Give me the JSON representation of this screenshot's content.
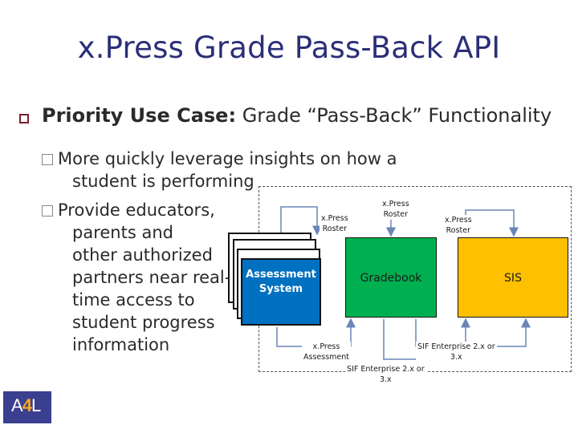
{
  "slide": {
    "title": "x.Press Grade Pass-Back API",
    "bullet": {
      "label_bold": "Priority Use Case:",
      "label_rest": " Grade “Pass-Back” Functionality"
    },
    "sub_bullets": [
      {
        "line1": "More quickly leverage insights on how a",
        "line2": "student is performing"
      },
      {
        "line1": "Provide educators,",
        "lines": [
          "parents and",
          "other authorized",
          "partners near real-",
          "time access to",
          "student progress",
          "information"
        ]
      }
    ]
  },
  "diagram": {
    "assessment_system": "Assessment System",
    "gradebook": "Gradebook",
    "sis": "SIS",
    "labels": {
      "roster_left": "x.Press\nRoster",
      "roster_mid": "x.Press\nRoster",
      "roster_right": "x.Press\nRoster",
      "assessment": "x.Press\nAssessment",
      "sif_bottom": "SIF Enterprise 2.x or\n3.x",
      "sif_right": "SIF Enterprise 2.x or\n3.x"
    },
    "colors": {
      "assessment": "#0070c0",
      "gradebook": "#00b050",
      "sis": "#ffc000",
      "title": "#2b2f78"
    }
  },
  "logo": {
    "prefix": "A",
    "mid": "4",
    "suffix": "L"
  }
}
